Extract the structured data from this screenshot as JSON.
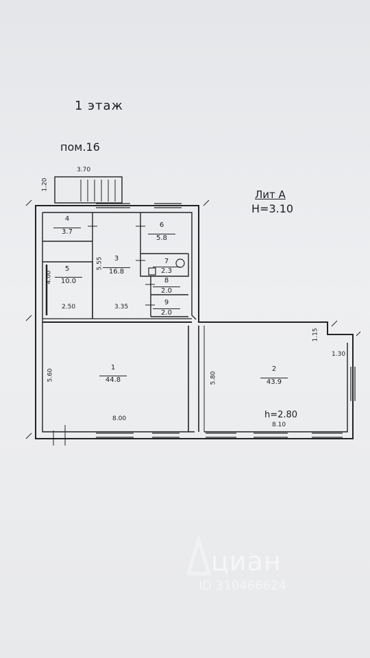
{
  "header": {
    "floor": "1 этаж",
    "premise": "пом.16",
    "litera": "Лит А",
    "height": "H=3.10"
  },
  "rooms": [
    {
      "num": "1",
      "area": "44.8"
    },
    {
      "num": "2",
      "area": "43.9"
    },
    {
      "num": "3",
      "area": "16.8"
    },
    {
      "num": "4",
      "area": "3.7"
    },
    {
      "num": "5",
      "area": "10.0"
    },
    {
      "num": "6",
      "area": "5.8"
    },
    {
      "num": "7",
      "area": "2.3"
    },
    {
      "num": "8",
      "area": "2.0"
    },
    {
      "num": "9",
      "area": "2.0"
    }
  ],
  "dimensions": {
    "stair_width": "3.70",
    "stair_depth": "1.20",
    "room3_height": "5.55",
    "room5_height": "4.00",
    "room5_width": "2.50",
    "room3_width": "3.35",
    "room1_height": "5.60",
    "room1_width": "8.00",
    "room2_height": "5.80",
    "room2_width": "8.10",
    "room2_ceiling": "h=2.80",
    "notch_depth": "1.15",
    "notch_width": "1.30"
  },
  "watermark": {
    "brand": "циан",
    "id": "ID 310466624"
  }
}
